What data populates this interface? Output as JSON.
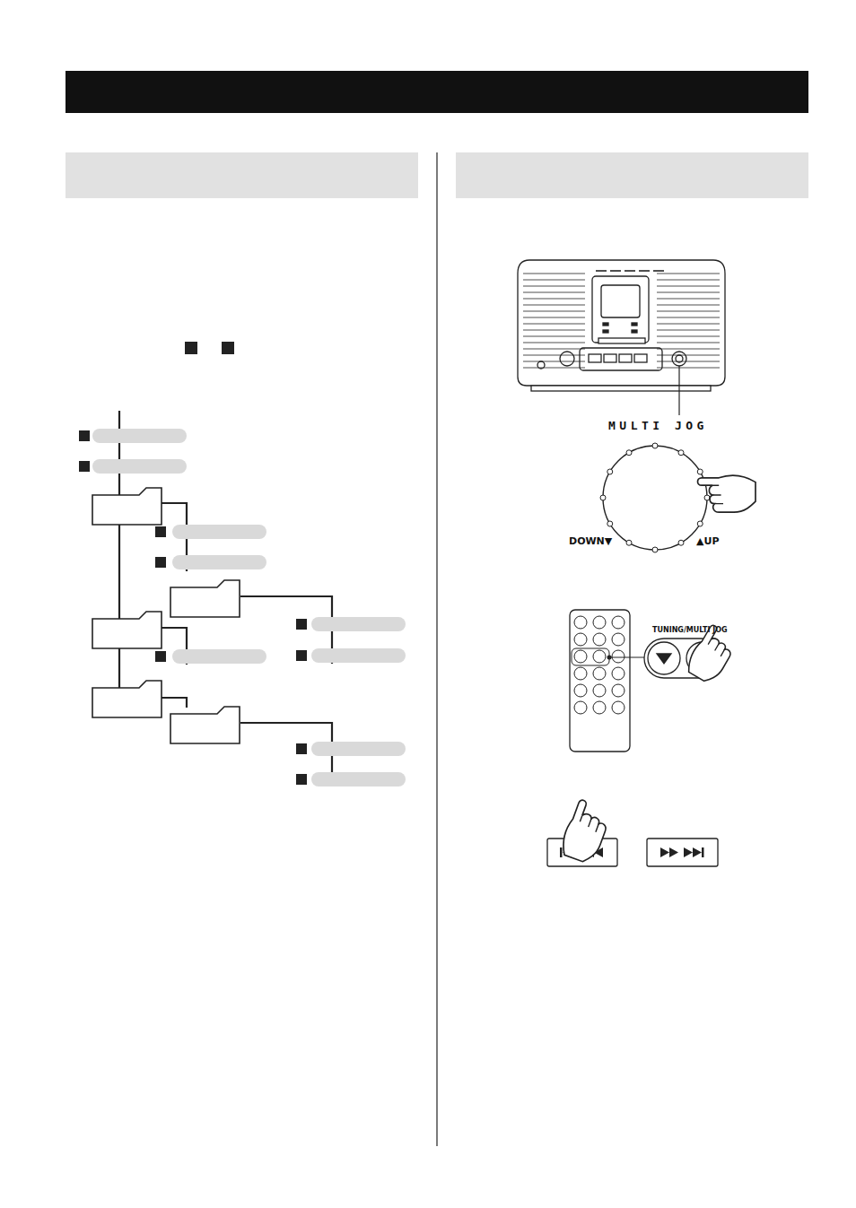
{
  "diagram": {
    "labels": [
      "MULTI JOG",
      "DOWN▼",
      "▲UP",
      "TUNING/MULTI JOG"
    ]
  }
}
